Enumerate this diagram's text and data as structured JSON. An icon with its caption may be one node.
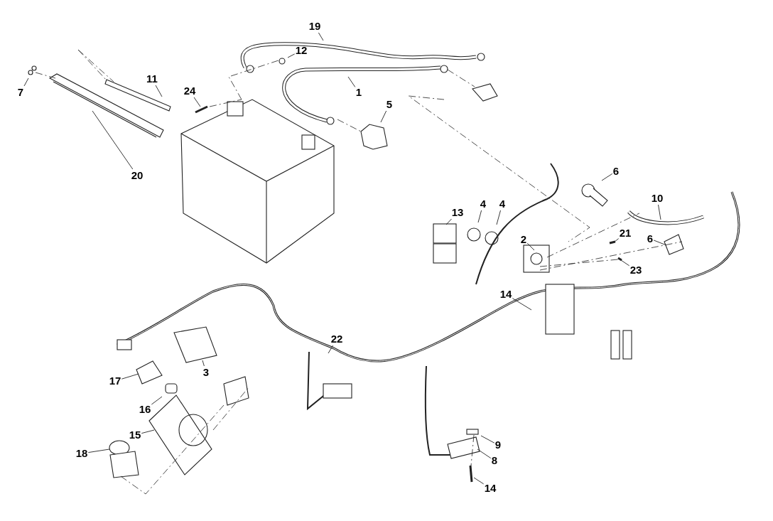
{
  "diagram": {
    "nodes": [
      {
        "text": [
          "19"
        ]
      },
      {
        "text": [
          "12"
        ]
      },
      {
        "text": [
          "1"
        ]
      },
      {
        "text": [
          "5"
        ]
      },
      {
        "text": [
          "7"
        ]
      },
      {
        "text": [
          "11"
        ]
      },
      {
        "text": [
          "24"
        ]
      },
      {
        "text": [
          "20"
        ]
      },
      {
        "text": [
          "6"
        ]
      },
      {
        "text": [
          "13"
        ]
      },
      {
        "text": [
          "4"
        ]
      },
      {
        "text": [
          "4"
        ]
      },
      {
        "text": [
          "10"
        ]
      },
      {
        "text": [
          "2"
        ]
      },
      {
        "text": [
          "21"
        ]
      },
      {
        "text": [
          "6"
        ]
      },
      {
        "text": [
          "23"
        ]
      },
      {
        "text": [
          "14"
        ]
      },
      {
        "text": [
          "22"
        ]
      },
      {
        "text": [
          "3"
        ]
      },
      {
        "text": [
          "17"
        ]
      },
      {
        "text": [
          "16"
        ]
      },
      {
        "text": [
          "15"
        ]
      },
      {
        "text": [
          "18"
        ]
      },
      {
        "text": [
          "9"
        ]
      },
      {
        "text": [
          "8"
        ]
      },
      {
        "text": [
          "14"
        ]
      }
    ],
    "edges": [
      {
        "from": 0,
        "to": null,
        "arrow": "none"
      },
      {
        "from": 1,
        "to": null,
        "arrow": "none"
      },
      {
        "from": 2,
        "to": null,
        "arrow": "none"
      },
      {
        "from": 3,
        "to": null,
        "arrow": "none"
      },
      {
        "from": 4,
        "to": null,
        "arrow": "none"
      },
      {
        "from": 5,
        "to": null,
        "arrow": "none"
      },
      {
        "from": 6,
        "to": null,
        "arrow": "none"
      },
      {
        "from": 7,
        "to": null,
        "arrow": "none"
      },
      {
        "from": 8,
        "to": null,
        "arrow": "none"
      },
      {
        "from": 9,
        "to": null,
        "arrow": "none"
      },
      {
        "from": 10,
        "to": null,
        "arrow": "none"
      },
      {
        "from": 11,
        "to": null,
        "arrow": "none"
      },
      {
        "from": 12,
        "to": null,
        "arrow": "none"
      },
      {
        "from": 13,
        "to": null,
        "arrow": "none"
      },
      {
        "from": 14,
        "to": null,
        "arrow": "none"
      },
      {
        "from": 15,
        "to": null,
        "arrow": "none"
      },
      {
        "from": 16,
        "to": null,
        "arrow": "none"
      },
      {
        "from": 17,
        "to": null,
        "arrow": "none"
      },
      {
        "from": 18,
        "to": null,
        "arrow": "none"
      },
      {
        "from": 19,
        "to": null,
        "arrow": "none"
      },
      {
        "from": 20,
        "to": null,
        "arrow": "none"
      },
      {
        "from": 21,
        "to": null,
        "arrow": "none"
      },
      {
        "from": 22,
        "to": null,
        "arrow": "none"
      },
      {
        "from": 23,
        "to": null,
        "arrow": "none"
      },
      {
        "from": 24,
        "to": null,
        "arrow": "none"
      },
      {
        "from": 25,
        "to": null,
        "arrow": "none"
      },
      {
        "from": 26,
        "to": null,
        "arrow": "none"
      }
    ]
  }
}
